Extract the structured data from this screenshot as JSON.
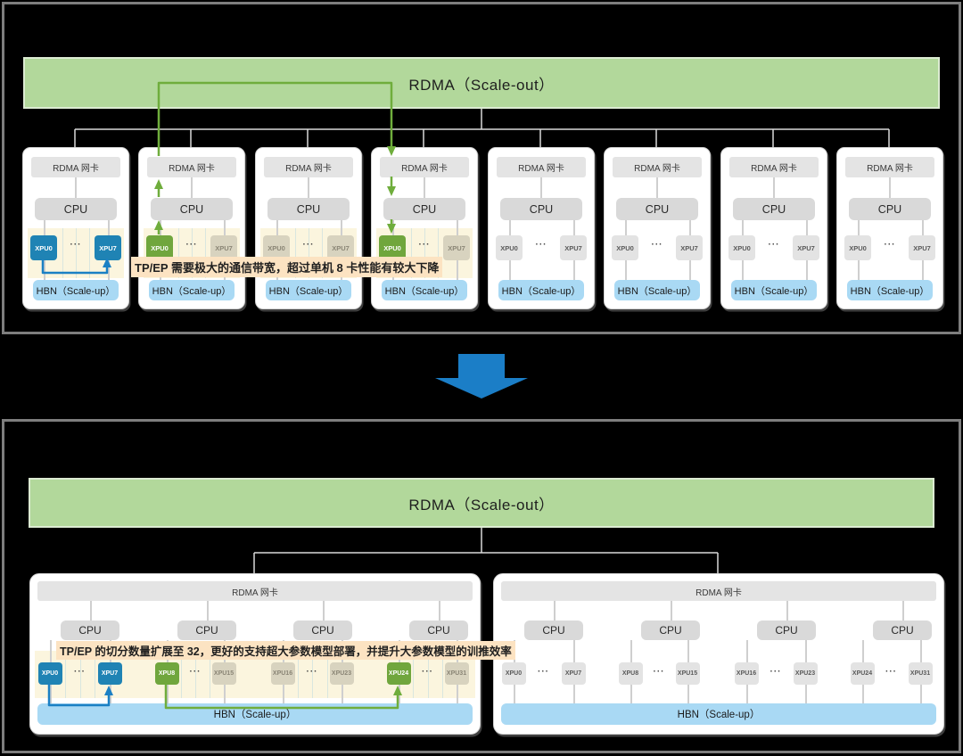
{
  "colors": {
    "bar_green": "#b2d89b",
    "bar_green_border": "#dcebd2",
    "card_bg": "#ffffff",
    "box_gray": "#e4e4e4",
    "cpu_gray": "#d9d9d9",
    "band_cream": "#fbf5de",
    "hbn_blue": "#a9d9f4",
    "xpu_blue": "#1f83b4",
    "xpu_green": "#70a63d",
    "xpu_tan": "#d8d3bf",
    "xpu_gray": "#e3e3e3",
    "annotation_bg": "#fce3c2",
    "wire_gray": "#d9d9d9",
    "arrow_blue": "#1b7ec7",
    "line_green": "#6fad3c",
    "line_blue": "#1b80c4"
  },
  "top": {
    "bar_label": "RDMA（Scale-out）",
    "annotation": "TP/EP 需要极大的通信带宽，超过单机 8 卡性能有较大下降",
    "node_labels": {
      "rdma": "RDMA 网卡",
      "cpu": "CPU",
      "hbn": "HBN（Scale-up）",
      "dots": "···"
    },
    "nodes": [
      {
        "band": true,
        "xpus": [
          {
            "label": "XPU0",
            "color": "blue"
          },
          {
            "label": "XPU7",
            "color": "blue"
          }
        ]
      },
      {
        "band": true,
        "xpus": [
          {
            "label": "XPU0",
            "color": "green"
          },
          {
            "label": "XPU7",
            "color": "tan"
          }
        ]
      },
      {
        "band": true,
        "xpus": [
          {
            "label": "XPU0",
            "color": "tan"
          },
          {
            "label": "XPU7",
            "color": "tan"
          }
        ]
      },
      {
        "band": true,
        "xpus": [
          {
            "label": "XPU0",
            "color": "green"
          },
          {
            "label": "XPU7",
            "color": "tan"
          }
        ]
      },
      {
        "band": false,
        "xpus": [
          {
            "label": "XPU0",
            "color": "gray"
          },
          {
            "label": "XPU7",
            "color": "gray"
          }
        ]
      },
      {
        "band": false,
        "xpus": [
          {
            "label": "XPU0",
            "color": "gray"
          },
          {
            "label": "XPU7",
            "color": "gray"
          }
        ]
      },
      {
        "band": false,
        "xpus": [
          {
            "label": "XPU0",
            "color": "gray"
          },
          {
            "label": "XPU7",
            "color": "gray"
          }
        ]
      },
      {
        "band": false,
        "xpus": [
          {
            "label": "XPU0",
            "color": "gray"
          },
          {
            "label": "XPU7",
            "color": "gray"
          }
        ]
      }
    ]
  },
  "bottom": {
    "bar_label": "RDMA（Scale-out）",
    "annotation": "TP/EP 的切分数量扩展至 32，更好的支持超大参数模型部署，并提升大参数模型的训推效率",
    "node_labels": {
      "rdma": "RDMA 网卡",
      "cpu": "CPU",
      "hbn": "HBN（Scale-up）",
      "dots": "···"
    },
    "nodes": [
      {
        "band": true,
        "cpus": [
          "CPU",
          "CPU",
          "CPU",
          "CPU"
        ],
        "xpus": [
          {
            "label": "XPU0",
            "color": "blue"
          },
          {
            "label": "XPU7",
            "color": "blue"
          },
          {
            "label": "XPU8",
            "color": "green"
          },
          {
            "label": "XPU15",
            "color": "tan"
          },
          {
            "label": "XPU16",
            "color": "tan"
          },
          {
            "label": "XPU23",
            "color": "tan"
          },
          {
            "label": "XPU24",
            "color": "green"
          },
          {
            "label": "XPU31",
            "color": "tan"
          }
        ]
      },
      {
        "band": false,
        "cpus": [
          "CPU",
          "CPU",
          "CPU",
          "CPU"
        ],
        "xpus": [
          {
            "label": "XPU0",
            "color": "gray"
          },
          {
            "label": "XPU7",
            "color": "gray"
          },
          {
            "label": "XPU8",
            "color": "gray"
          },
          {
            "label": "XPU15",
            "color": "gray"
          },
          {
            "label": "XPU16",
            "color": "gray"
          },
          {
            "label": "XPU23",
            "color": "gray"
          },
          {
            "label": "XPU24",
            "color": "gray"
          },
          {
            "label": "XPU31",
            "color": "gray"
          }
        ]
      }
    ]
  }
}
